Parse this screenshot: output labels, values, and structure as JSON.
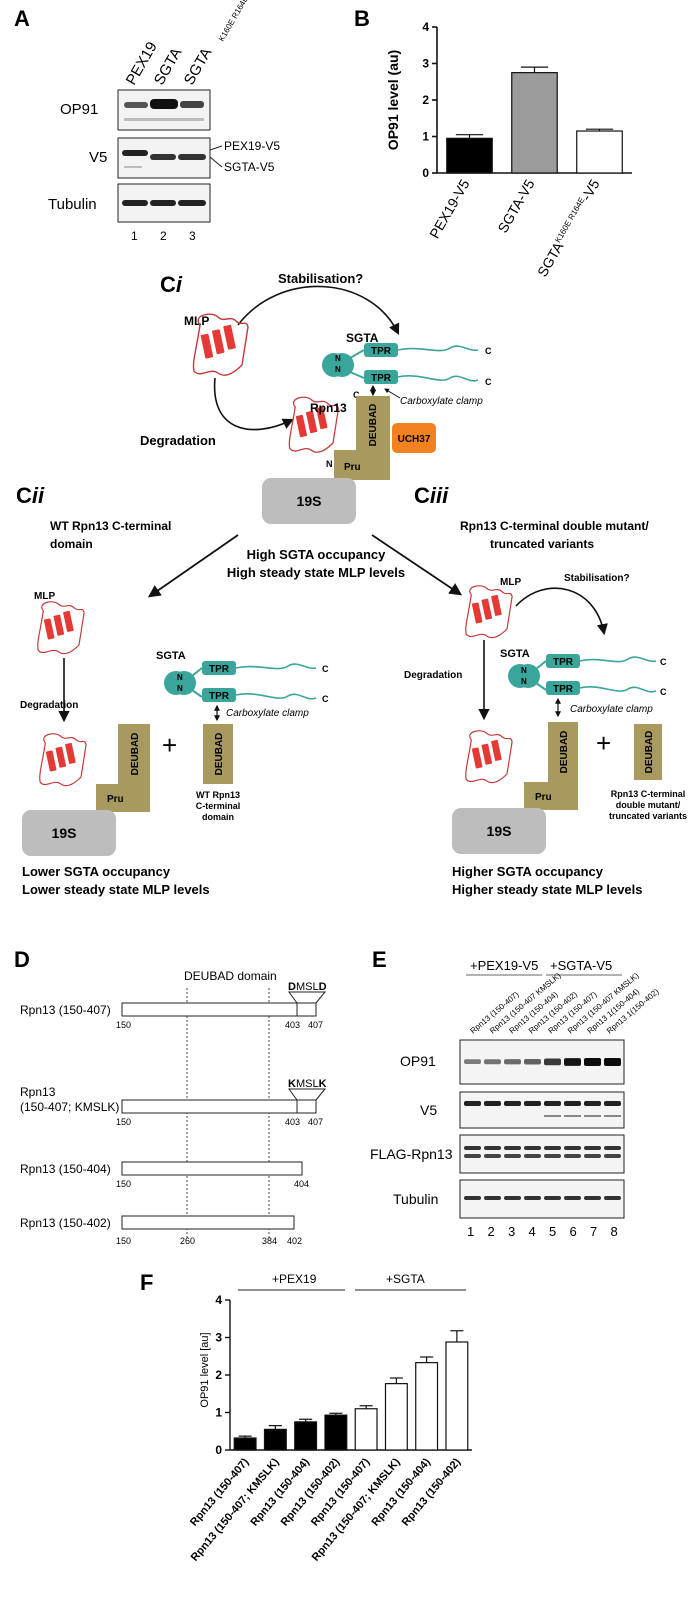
{
  "panels": {
    "A": {
      "letter": "A",
      "lanes": [
        "PEX19",
        "SGTA",
        "SGTA"
      ],
      "lane3_sup": "K160E R164E",
      "blots": [
        "OP91",
        "V5",
        "Tubulin"
      ],
      "right_labels": [
        "PEX19-V5",
        "SGTA-V5"
      ],
      "lane_numbers": [
        "1",
        "2",
        "3"
      ]
    },
    "B": {
      "letter": "B",
      "ylabel": "OP91 level (au)",
      "cat1": "PEX19-V5",
      "cat2": "SGTA-V5",
      "cat3_base": "SGTA",
      "cat3_sup": "K160E R164E",
      "cat3_tail": "-V5"
    },
    "Ci": {
      "letter": "C",
      "suffix": "i",
      "stabilisation": "Stabilisation?",
      "mlp": "MLP",
      "sgta": "SGTA",
      "tpr": "TPR",
      "n": "N",
      "c": "C",
      "carboxylate": "Carboxylate clamp",
      "rpn13": "Rpn13",
      "deubad": "DEUBAD",
      "uch37": "UCH37",
      "pru": "Pru",
      "degradation": "Degradation",
      "nineteen_s": "19S",
      "occupancy1": "High SGTA occupancy",
      "occupancy2": "High steady state MLP levels"
    },
    "Cii": {
      "letter": "C",
      "suffix": "ii",
      "title1": "WT Rpn13 C-terminal",
      "title2": "domain",
      "wt1": "WT Rpn13",
      "wt2": "C-terminal",
      "wt3": "domain",
      "plus": "+",
      "bottom1": "Lower SGTA occupancy",
      "bottom2": "Lower steady state MLP levels"
    },
    "Ciii": {
      "letter": "C",
      "suffix": "iii",
      "title1": "Rpn13 C-terminal double mutant/",
      "title2": "truncated variants",
      "mut1": "Rpn13 C-terminal",
      "mut2": "double mutant/",
      "mut3": "truncated variants",
      "bottom1": "Higher SGTA occupancy",
      "bottom2": "Higher steady state MLP levels"
    },
    "D": {
      "letter": "D",
      "domain_label": "DEUBAD domain",
      "constructs": [
        "Rpn13 (150-407)",
        "Rpn13",
        "(150-407; KMSLK)",
        "Rpn13 (150-404)",
        "Rpn13 (150-402)"
      ],
      "motif1_b1": "D",
      "motif1_mid": "MSL",
      "motif1_b2": "D",
      "motif2_b1": "K",
      "motif2_mid": "MSL",
      "motif2_b2": "K",
      "n150": "150",
      "n403": "403",
      "n407": "407",
      "n404": "404",
      "n260": "260",
      "n384": "384",
      "n402": "402"
    },
    "E": {
      "letter": "E",
      "group1": "+PEX19-V5",
      "group2": "+SGTA-V5",
      "lanes": [
        "Rpn13 (150-407)",
        "Rpn13 (150-407 KMSLK)",
        "Rpn13 (150-404)",
        "Rpn13 (150-402)",
        "Rpn13 (150-407)",
        "Rpn13 (150-407 KMSLK)",
        "Rpn13 1(150-404)",
        "Rpn13 1(150-402)"
      ],
      "blots": [
        "OP91",
        "V5",
        "FLAG-Rpn13",
        "Tubulin"
      ],
      "lane_numbers": [
        "1",
        "2",
        "3",
        "4",
        "5",
        "6",
        "7",
        "8"
      ]
    },
    "F": {
      "letter": "F",
      "group1": "+PEX19",
      "group2": "+SGTA",
      "ylabel": "OP91 level [au]"
    }
  },
  "chart_data": [
    {
      "type": "bar",
      "title": "",
      "xlabel": "",
      "ylabel": "OP91 level (au)",
      "categories": [
        "PEX19-V5",
        "SGTA-V5",
        "SGTA K160E R164E-V5"
      ],
      "values": [
        0.95,
        2.75,
        1.15
      ],
      "errors": [
        0.1,
        0.15,
        0.05
      ],
      "bar_colors": [
        "#000000",
        "#9b9b9b",
        "#ffffff"
      ],
      "ylim": [
        0,
        4
      ],
      "yticks": [
        "0",
        "1",
        "2",
        "3",
        "4"
      ]
    },
    {
      "type": "bar",
      "title": "",
      "xlabel": "",
      "ylabel": "OP91 level [au]",
      "categories": [
        "Rpn13 (150-407)",
        "Rpn13 (150-407; KMSLK)",
        "Rpn13 (150-404)",
        "Rpn13 (150-402)",
        "Rpn13 (150-407)",
        "Rpn13 (150-407; KMSLK)",
        "Rpn13 (150-404)",
        "Rpn13 (150-402)"
      ],
      "values": [
        0.32,
        0.55,
        0.75,
        0.93,
        1.1,
        1.77,
        2.33,
        2.88
      ],
      "errors": [
        0.05,
        0.1,
        0.07,
        0.05,
        0.08,
        0.15,
        0.15,
        0.3
      ],
      "bar_colors": [
        "#000000",
        "#000000",
        "#000000",
        "#000000",
        "#ffffff",
        "#ffffff",
        "#ffffff",
        "#ffffff"
      ],
      "groups": [
        "+PEX19",
        "+SGTA"
      ],
      "ylim": [
        0,
        4
      ],
      "yticks": [
        "0",
        "1",
        "2",
        "3",
        "4"
      ]
    }
  ]
}
